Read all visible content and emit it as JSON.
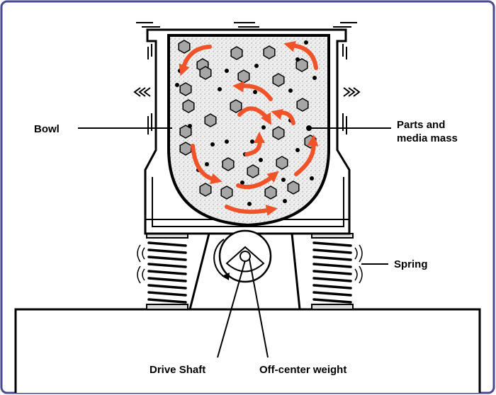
{
  "labels": {
    "bowl": "Bowl",
    "parts_line1": "Parts and",
    "parts_line2": "media mass",
    "spring": "Spring",
    "drive_shaft": "Drive Shaft",
    "off_center_weight": "Off-center weight"
  },
  "colors": {
    "frame": "#4a4a90",
    "arrow": "#f0522a",
    "part_fill": "#a6a6a6",
    "media_fill": "#e6e6e6",
    "housing_fill": "#dcdcdc",
    "stroke": "#000000"
  }
}
